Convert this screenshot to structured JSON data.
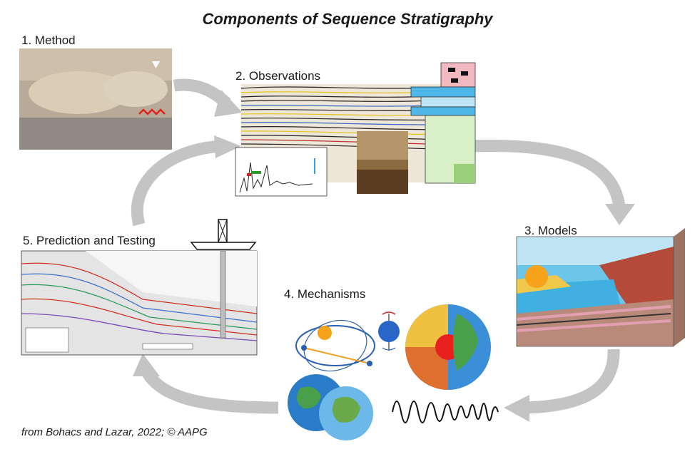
{
  "title": "Components of Sequence Stratigraphy",
  "stages": [
    {
      "label": "1. Method"
    },
    {
      "label": "2. Observations"
    },
    {
      "label": "3. Models"
    },
    {
      "label": "4. Mechanisms"
    },
    {
      "label": "5. Prediction and Testing"
    }
  ],
  "credit": "from Bohacs and Lazar, 2022; © AAPG",
  "colors": {
    "arrow": "#c4c4c4",
    "water": "#3fb0e0",
    "sand": "#f0c84a",
    "sun": "#f7a21b",
    "land": "#4aa04a",
    "rock": "#b98a7a"
  }
}
